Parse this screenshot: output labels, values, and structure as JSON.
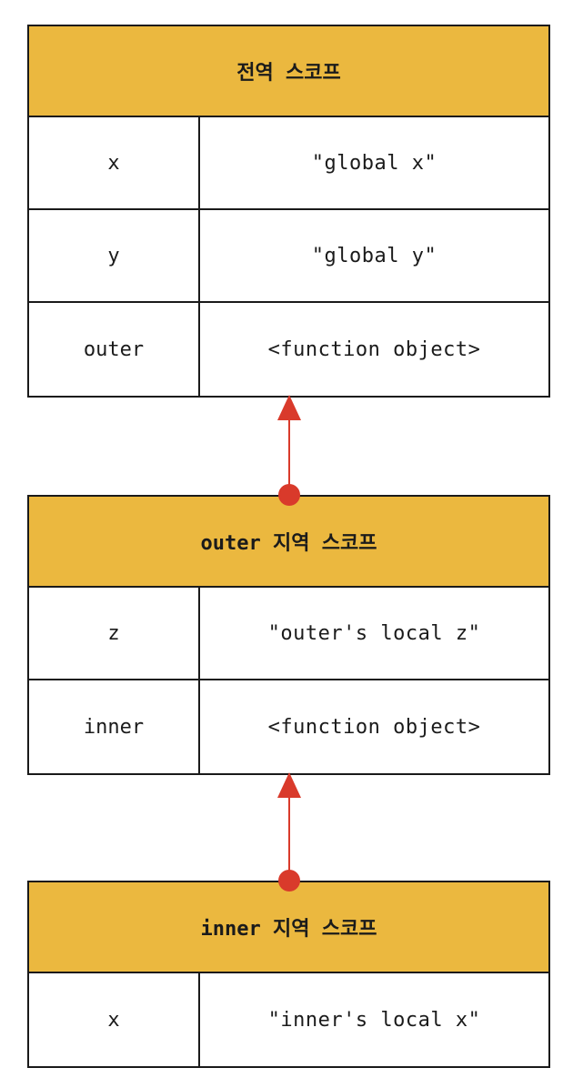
{
  "scopes": {
    "global": {
      "title": "전역 스코프",
      "rows": [
        {
          "name": "x",
          "value": "\"global x\""
        },
        {
          "name": "y",
          "value": "\"global y\""
        },
        {
          "name": "outer",
          "value": "<function object>"
        }
      ]
    },
    "outer": {
      "title": "outer 지역 스코프",
      "rows": [
        {
          "name": "z",
          "value": "\"outer's local z\""
        },
        {
          "name": "inner",
          "value": "<function object>"
        }
      ]
    },
    "inner": {
      "title": "inner 지역 스코프",
      "rows": [
        {
          "name": "x",
          "value": "\"inner's local x\""
        }
      ]
    }
  },
  "colors": {
    "header": "#ebb83f",
    "arrow": "#d93a2b",
    "border": "#1a1a1a"
  }
}
